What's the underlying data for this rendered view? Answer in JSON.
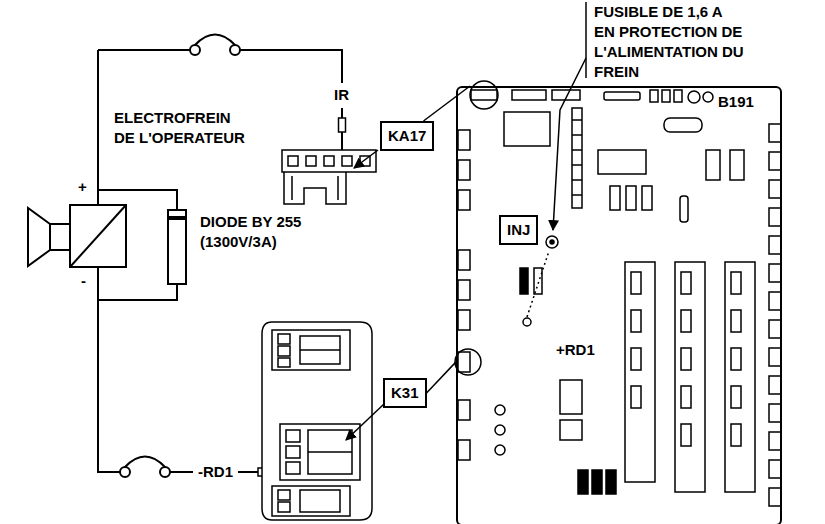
{
  "diagram": {
    "nodes": [
      {
        "text": [
          "B191"
        ]
      },
      {
        "text": [
          "INJ"
        ],
        "in": 0
      },
      {
        "text": [
          "KA17"
        ]
      },
      {
        "text": [
          "K31"
        ]
      }
    ],
    "edges": [
      {
        "from": 2,
        "to": 0,
        "arrow": "none"
      },
      {
        "from": 3,
        "to": 0,
        "arrow": "none"
      }
    ],
    "labels": [
      "FUSIBLE DE 1,6 A EN PROTECTION DE L'ALIMENTATION DU FREIN",
      "IR",
      "ELECTROFREIN DE L'OPERATEUR",
      "+",
      "-",
      "DIODE BY 255 (1300V/3A)",
      "+RD1",
      "-RD1"
    ]
  }
}
